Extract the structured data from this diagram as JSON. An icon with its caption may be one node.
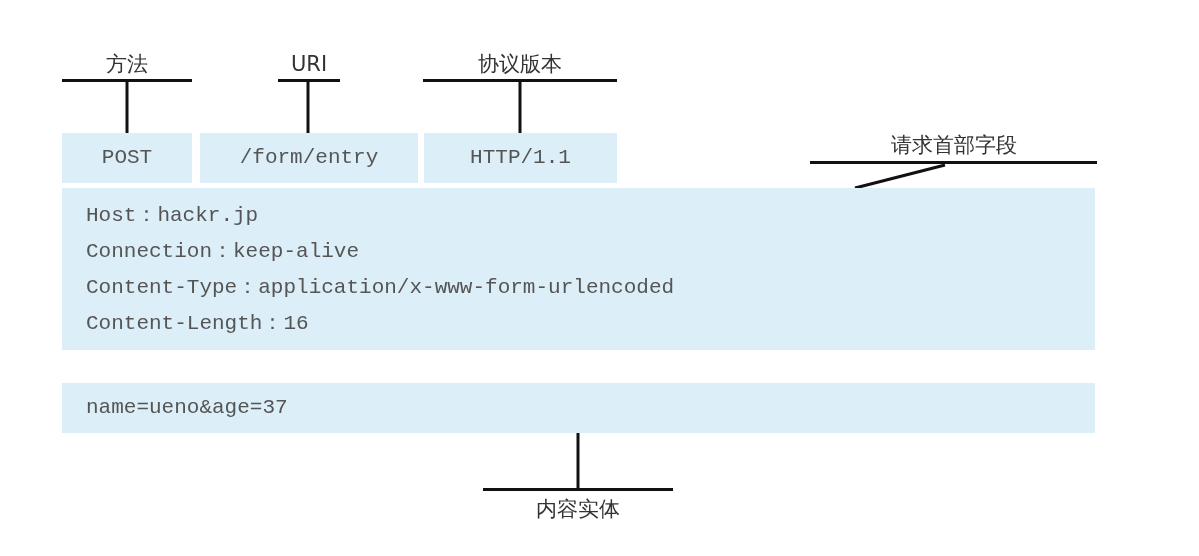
{
  "diagram": {
    "nodes": [
      {
        "text": [
          "方法"
        ]
      },
      {
        "text": [
          "POST"
        ]
      },
      {
        "text": [
          "URI"
        ]
      },
      {
        "text": [
          "/form/entry"
        ]
      },
      {
        "text": [
          "协议版本"
        ]
      },
      {
        "text": [
          "HTTP/1.1"
        ]
      },
      {
        "text": [
          "请求首部字段"
        ]
      },
      {
        "text": [
          "Host：hackr.jp",
          "Connection：keep-alive",
          "Content-Type：application/x-www-form-urlencoded",
          "Content-Length：16"
        ]
      },
      {
        "text": [
          "name=ueno&age=37"
        ]
      },
      {
        "text": [
          "内容实体"
        ]
      }
    ],
    "edges": [
      {
        "from": 0,
        "to": 1,
        "arrow": "none"
      },
      {
        "from": 2,
        "to": 3,
        "arrow": "none"
      },
      {
        "from": 4,
        "to": 5,
        "arrow": "none"
      },
      {
        "from": 6,
        "to": 7,
        "arrow": "none"
      },
      {
        "from": 9,
        "to": 8,
        "arrow": "none"
      }
    ]
  }
}
